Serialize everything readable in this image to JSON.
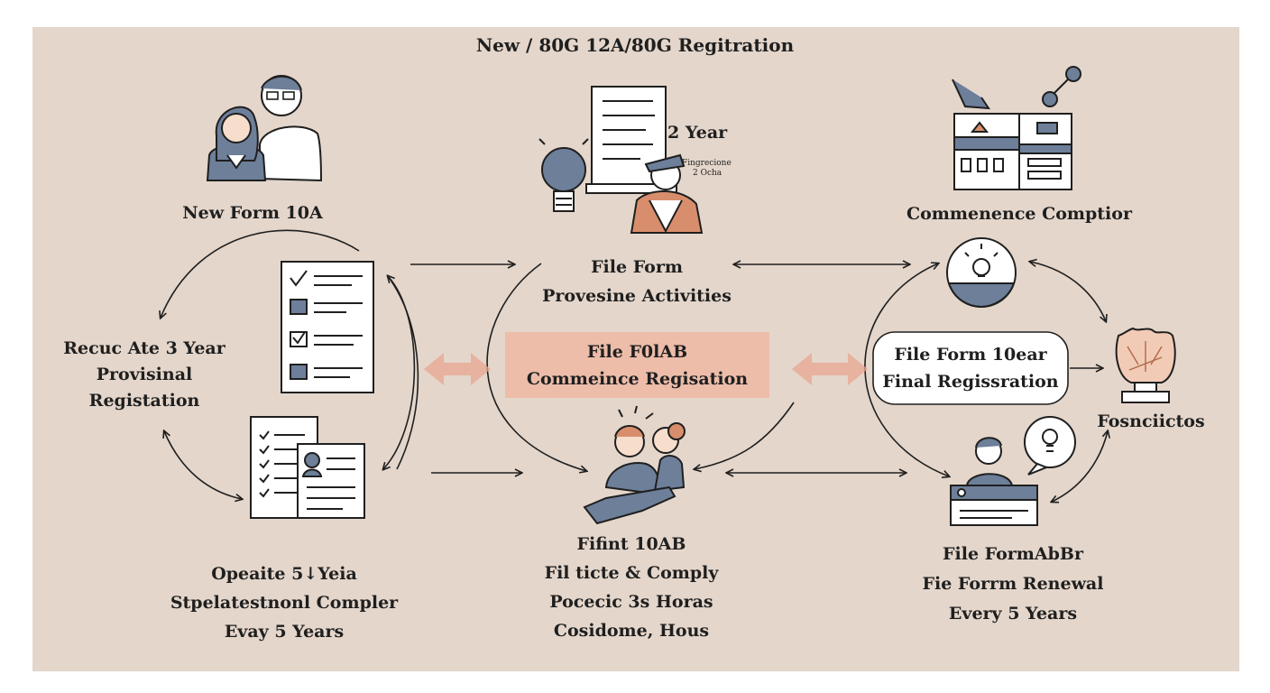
{
  "title": "New / 80G 12A/80G Regitration",
  "colors": {
    "background": "#e4d6cb",
    "accent": "#eeb9a5",
    "accent_arrow": "#e8a690",
    "icon_blue": "#6d7f99",
    "skin": "#f6ddcc",
    "ink": "#1f1f1f"
  },
  "nodes": {
    "top_left": {
      "label": "New Form 10A",
      "icon": "family-icon"
    },
    "top_center": {
      "lines": [
        "File Form",
        "Provesine Activities"
      ],
      "icon": "presenter-icon",
      "badge": "2 Year",
      "small_lines": [
        "Fingrecione",
        "2 Ocha"
      ]
    },
    "top_right": {
      "label": "Commenence Comptior",
      "icon": "building-icon"
    },
    "left": {
      "lines": [
        "Recuc Ate 3 Year",
        "Provisinal",
        "Registation"
      ]
    },
    "center": {
      "lines": [
        "File F0lAB",
        "Commeince Regisation"
      ]
    },
    "right_box": {
      "lines": [
        "File Form 10ear",
        "Final Regissration"
      ]
    },
    "far_right": {
      "label": "Fosnciictos",
      "icon": "trophy-icon"
    },
    "bottom_left": {
      "lines": [
        "Opeaite 5↓Yeia",
        "Stpelatestnonl Compler",
        "Evay 5 Years"
      ],
      "icon": "documents-icon"
    },
    "bottom_center": {
      "lines": [
        "Fifint 10AB",
        "Fil ticte & Comply",
        "Pocecic 3s Horas",
        "Cosidome, Hous"
      ],
      "icon": "helping-hand-icon"
    },
    "bottom_right": {
      "lines": [
        "File FormAbBr",
        "Fie Forrm Renewal",
        "Every 5 Years"
      ],
      "icon": "desk-worker-icon"
    }
  }
}
